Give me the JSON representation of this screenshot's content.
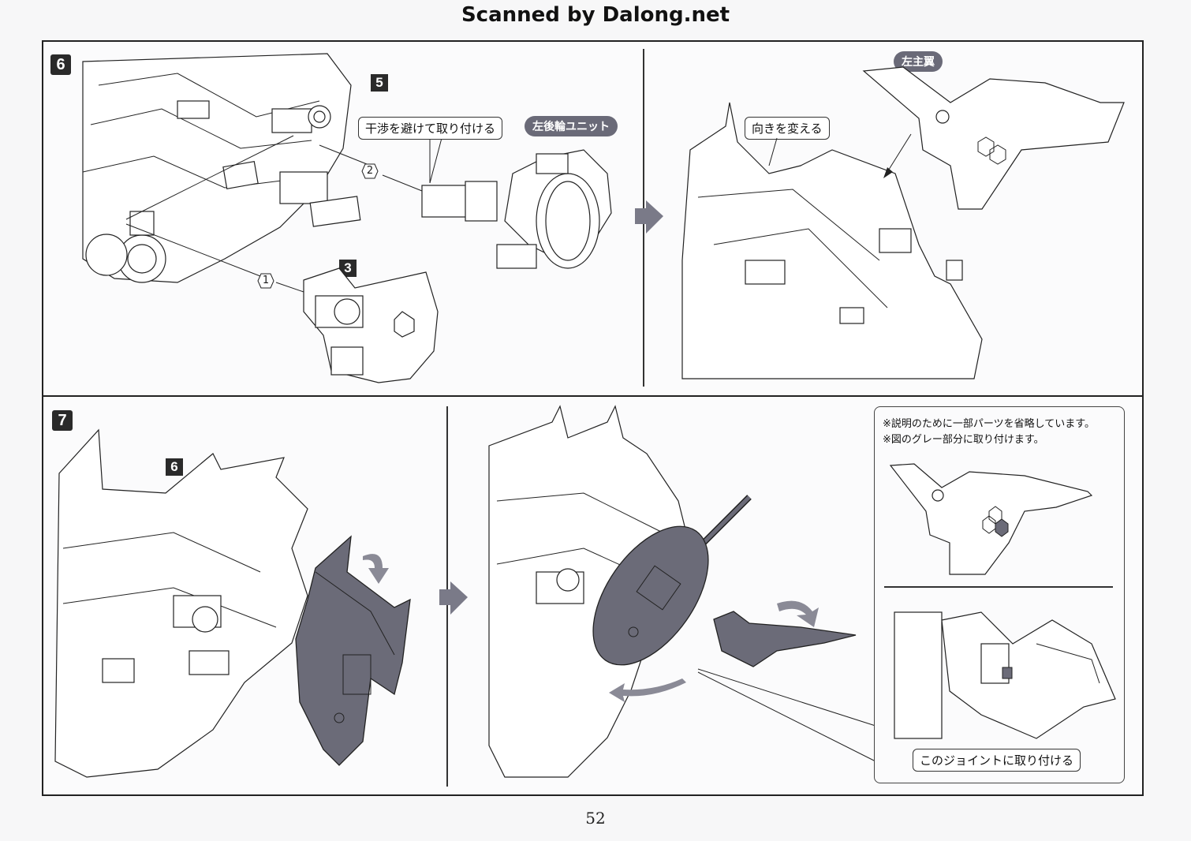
{
  "header": {
    "watermark": "Scanned by Dalong.net"
  },
  "steps": [
    {
      "number": "6",
      "panels": [
        {
          "ref_parts": [
            "5",
            "3"
          ],
          "callout": "干渉を避けて取り付ける",
          "part_label": "左後輪ユニット",
          "attach_points": [
            "1",
            "2"
          ]
        },
        {
          "callout": "向きを変える",
          "part_label": "左主翼"
        }
      ]
    },
    {
      "number": "7",
      "panels": [
        {
          "ref_parts": [
            "6"
          ]
        },
        {
          "note": {
            "lines": [
              "※説明のために一部パーツを省略しています。",
              "※図のグレー部分に取り付けます。"
            ],
            "callout": "このジョイントに取り付ける"
          }
        }
      ]
    }
  ],
  "colors": {
    "highlight_gray": "#6b6b78",
    "ink": "#222222"
  },
  "footer": {
    "page_number": "52"
  }
}
